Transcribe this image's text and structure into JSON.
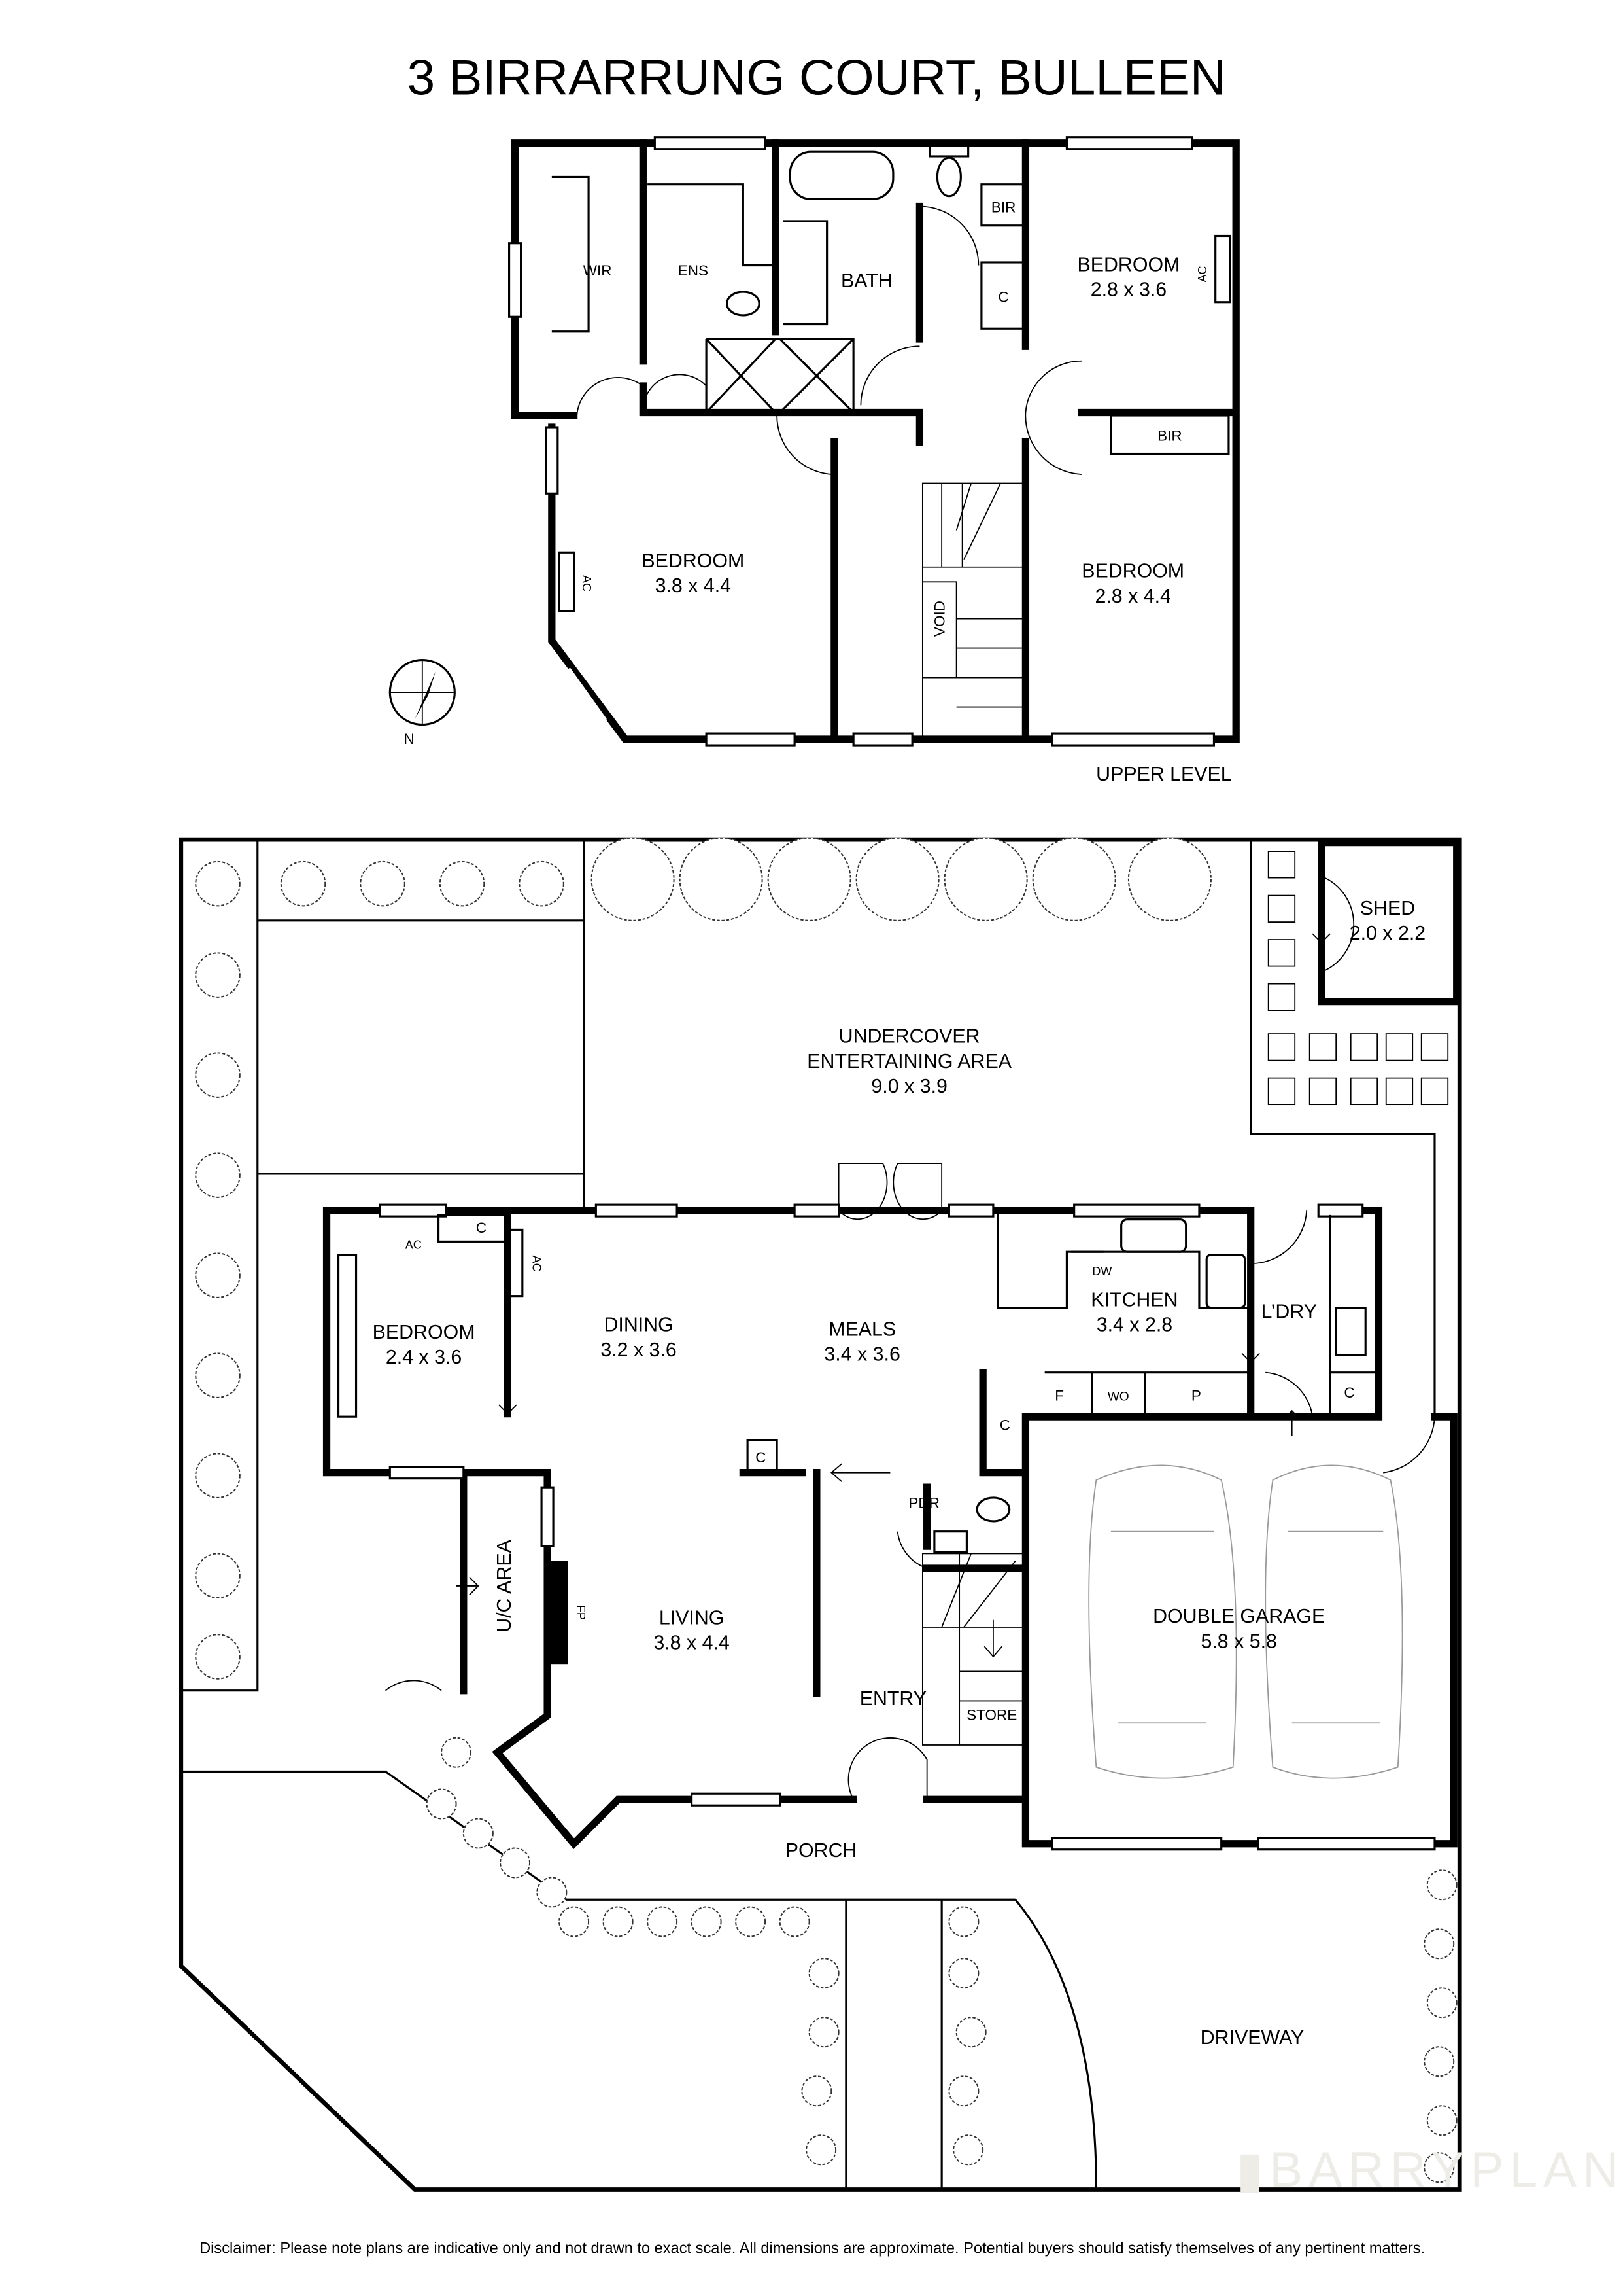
{
  "title": "3 BIRRARRUNG COURT, BULLEEN",
  "upper_level": {
    "label": "UPPER LEVEL",
    "rooms": {
      "wir": "WIR",
      "ens": "ENS",
      "bath": "BATH",
      "bir1": "BIR",
      "c": "C",
      "bedroom_ne_name": "BEDROOM",
      "bedroom_ne_size": "2.8 x 3.6",
      "ac1": "AC",
      "bir2": "BIR",
      "bedroom_main_name": "BEDROOM",
      "bedroom_main_size": "3.8 x 4.4",
      "ac2": "AC",
      "void": "VOID",
      "bedroom_se_name": "BEDROOM",
      "bedroom_se_size": "2.8 x 4.4"
    }
  },
  "compass": {
    "label": "N",
    "icon": "compass-north-arrow-icon"
  },
  "ground_level": {
    "shed_name": "SHED",
    "shed_size": "2.0 x 2.2",
    "undercover_name_1": "UNDERCOVER",
    "undercover_name_2": "ENTERTAINING AREA",
    "undercover_size": "9.0 x 3.9",
    "bedroom_name": "BEDROOM",
    "bedroom_size": "2.4 x 3.6",
    "ac1": "AC",
    "ac2": "AC",
    "c1": "C",
    "dining_name": "DINING",
    "dining_size": "3.2 x 3.6",
    "meals_name": "MEALS",
    "meals_size": "3.4 x 3.6",
    "kitchen_name": "KITCHEN",
    "kitchen_size": "3.4 x 2.8",
    "dw": "DW",
    "ldry": "L’DRY",
    "f": "F",
    "wo": "WO",
    "p": "P",
    "c2": "C",
    "c3": "C",
    "c4": "C",
    "pdr": "PDR",
    "uc_area": "U/C AREA",
    "fp": "FP",
    "living_name": "LIVING",
    "living_size": "3.8 x 4.4",
    "entry": "ENTRY",
    "store": "STORE",
    "garage_name": "DOUBLE GARAGE",
    "garage_size": "5.8 x 5.8",
    "porch": "PORCH",
    "driveway": "DRIVEWAY"
  },
  "watermark": "BARRYPLANT",
  "disclaimer": "Disclaimer: Please note plans are indicative only and not drawn to exact scale. All dimensions are approximate. Potential buyers should satisfy themselves of any pertinent matters."
}
